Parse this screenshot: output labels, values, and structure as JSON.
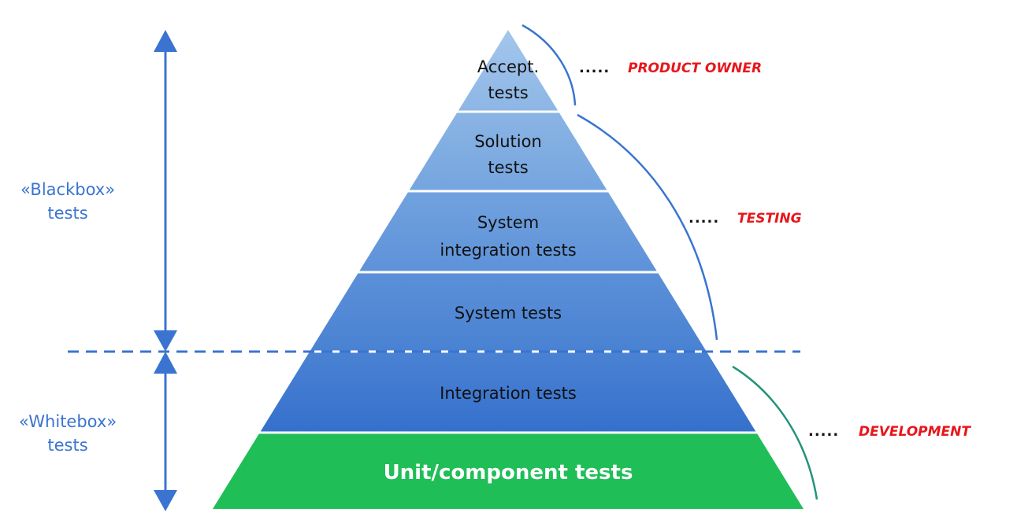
{
  "title": "Test pyramid",
  "pyramid": {
    "layers": [
      {
        "lines": [
          "Accept.",
          "tests"
        ],
        "color_top": "#a3c6ec",
        "color_bottom": "#8db6e5"
      },
      {
        "lines": [
          "Solution",
          "tests"
        ],
        "color_top": "#8ab4e4",
        "color_bottom": "#75a5df"
      },
      {
        "lines": [
          "System",
          "integration tests"
        ],
        "color_top": "#71a2de",
        "color_bottom": "#5e92d9"
      },
      {
        "lines": [
          "System tests"
        ],
        "color_top": "#5b90d8",
        "color_bottom": "#4a82d3"
      },
      {
        "lines": [
          "Integration tests"
        ],
        "color_top": "#4a82d3",
        "color_bottom": "#3570cc"
      },
      {
        "lines": [
          "Unit/component tests"
        ],
        "color_top": "#1fbe57",
        "color_bottom": "#1fbe57",
        "emphasis": true
      }
    ]
  },
  "sides": {
    "blackbox": [
      "«Blackbox»",
      "tests"
    ],
    "whitebox": [
      "«Whitebox»",
      "tests"
    ],
    "color": "#3a74d0"
  },
  "roles": [
    {
      "dots": ".....",
      "label": "PRODUCT OWNER"
    },
    {
      "dots": ".....",
      "label": "TESTING"
    },
    {
      "dots": ".....",
      "label": "DEVELOPMENT"
    }
  ],
  "colors": {
    "role_text": "#e8161b",
    "arrow": "#3a74d0",
    "dev_bracket": "#23947a",
    "base_layer": "#1fbe57"
  }
}
